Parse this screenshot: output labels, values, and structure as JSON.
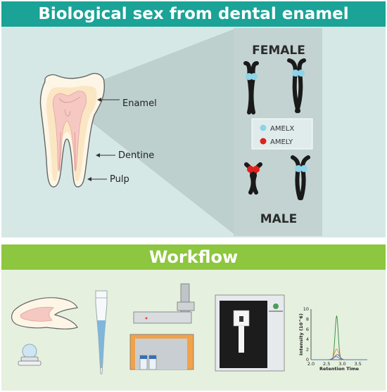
{
  "title": "Biological sex from dental enamel",
  "tooth_labels": {
    "enamel": "Enamel",
    "dentine": "Dentine",
    "pulp": "Pulp"
  },
  "female_label": "FEMALE",
  "male_label": "MALE",
  "legend": [
    {
      "label": "AMELX",
      "color": "#8fd3e8"
    },
    {
      "label": "AMELY",
      "color": "#e0201b"
    }
  ],
  "workflow_title": "Workflow",
  "chart": {
    "ylabel": "Intensity (10^6)",
    "xlabel": "Retention Time",
    "y_ticks": [
      "10",
      "8",
      "6",
      "4",
      "2",
      "0"
    ],
    "x_ticks": [
      "2.0",
      "2.5",
      "3.0",
      "3.5"
    ],
    "xlim": [
      2.0,
      3.8
    ],
    "ylim": [
      0,
      10
    ],
    "series": [
      {
        "color": "#2e8b3a",
        "peak_x": 2.82,
        "peak_y": 8.7,
        "width": 0.05
      },
      {
        "color": "#d98b2b",
        "peak_x": 2.82,
        "peak_y": 2.1,
        "width": 0.07
      },
      {
        "color": "#8b4a9c",
        "peak_x": 2.84,
        "peak_y": 1.0,
        "width": 0.08
      },
      {
        "color": "#3a7bd5",
        "peak_x": 2.8,
        "peak_y": 0.6,
        "width": 0.09
      }
    ]
  }
}
